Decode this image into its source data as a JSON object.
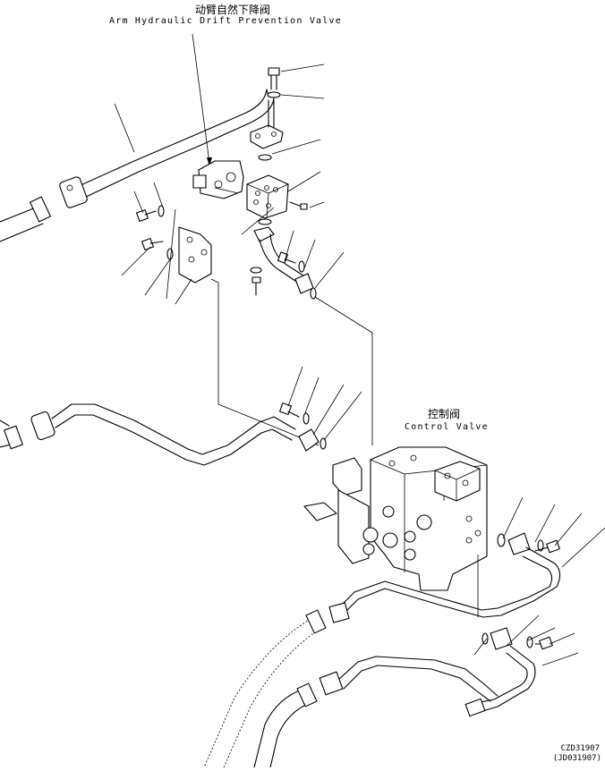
{
  "labels": {
    "arm_valve_cn": "动臂自然下降阀",
    "arm_valve_en": "Arm Hydraulic Drift Prevention Valve",
    "control_valve_cn": "控制阀",
    "control_valve_en": "Control Valve",
    "drawing_code_1": "CZD31907",
    "drawing_code_2": "(JD031907)"
  },
  "colors": {
    "line": "#000000",
    "background": "#ffffff"
  }
}
